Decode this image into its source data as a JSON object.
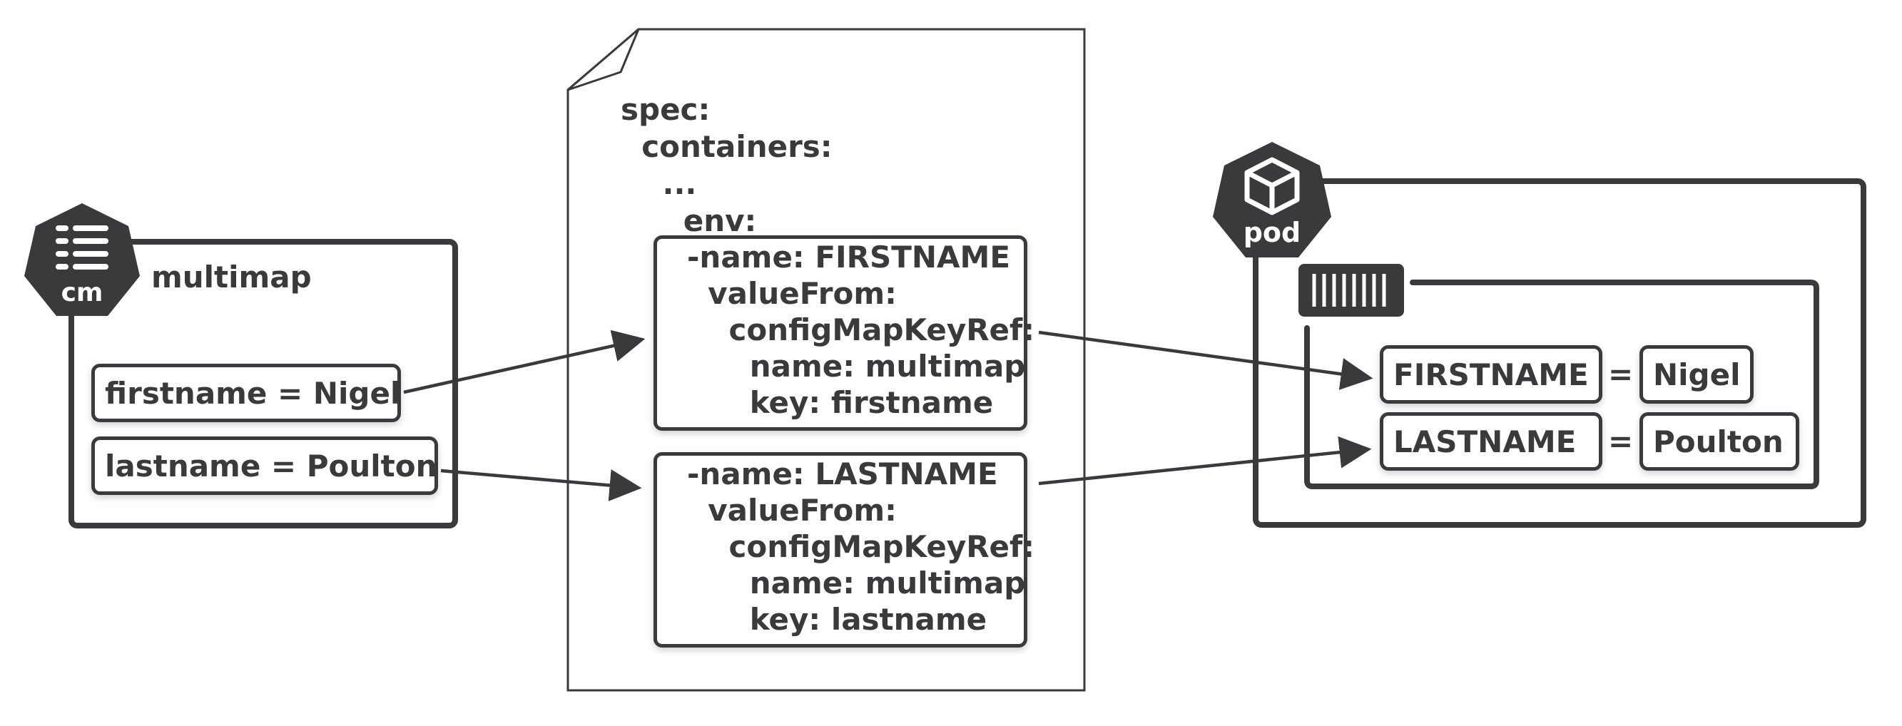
{
  "configmap": {
    "icon_label": "cm",
    "name": "multimap",
    "entries": [
      "firstname = Nigel",
      "lastname = Poulton"
    ]
  },
  "manifest": {
    "lines": [
      "spec:",
      "  containers:",
      "    ...",
      "      env:"
    ],
    "env_blocks": [
      [
        "-name: FIRSTNAME",
        "  valueFrom:",
        "    configMapKeyRef:",
        "      name: multimap",
        "      key: firstname"
      ],
      [
        "-name: LASTNAME",
        "  valueFrom:",
        "    configMapKeyRef:",
        "      name: multimap",
        "      key: lastname"
      ]
    ]
  },
  "pod": {
    "icon_label": "pod",
    "env_vars": [
      {
        "name": "FIRSTNAME",
        "equals": "=",
        "value": "Nigel"
      },
      {
        "name": "LASTNAME",
        "equals": "=",
        "value": "Poulton"
      }
    ]
  },
  "colors": {
    "ink": "#3a3a3c",
    "background": "#ffffff"
  },
  "icons": [
    "configmap-icon",
    "pod-icon",
    "container-icon",
    "document-icon"
  ]
}
